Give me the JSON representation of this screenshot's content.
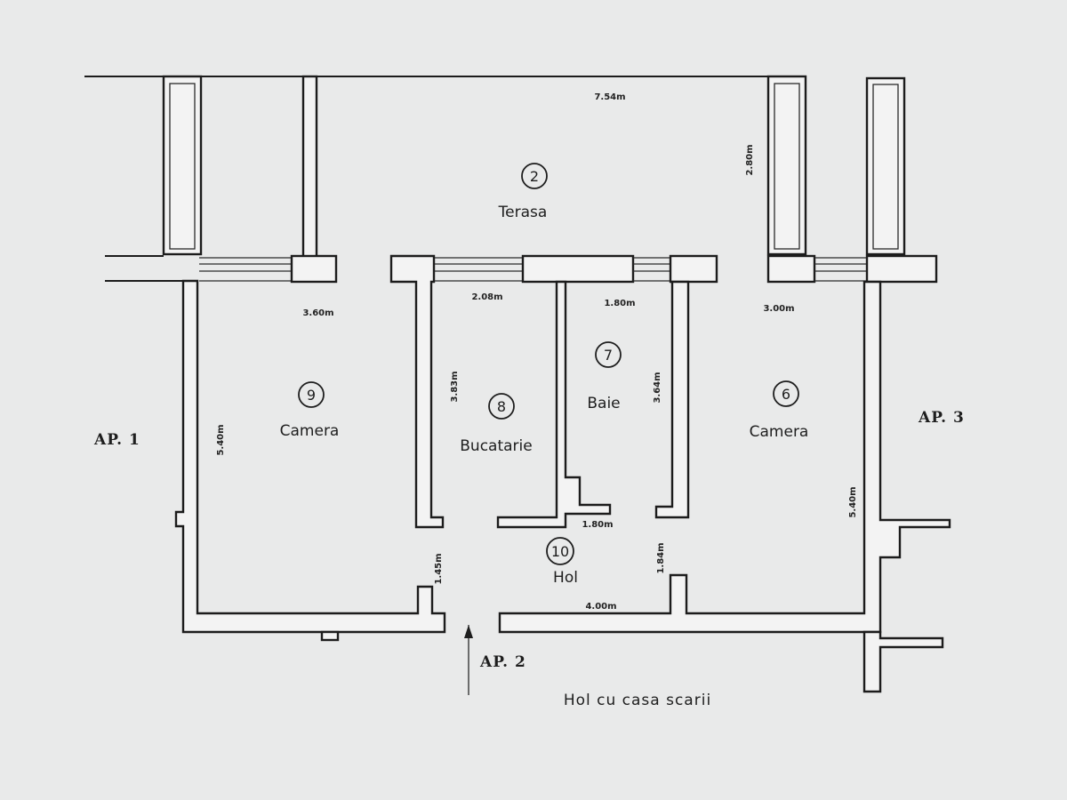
{
  "rooms": [
    {
      "id": "terasa",
      "number": "2",
      "name": "Terasa"
    },
    {
      "id": "camera-9",
      "number": "9",
      "name": "Camera"
    },
    {
      "id": "bucatarie",
      "number": "8",
      "name": "Bucatarie"
    },
    {
      "id": "baie",
      "number": "7",
      "name": "Baie"
    },
    {
      "id": "camera-6",
      "number": "6",
      "name": "Camera"
    },
    {
      "id": "hol",
      "number": "10",
      "name": "Hol"
    }
  ],
  "dimensions": {
    "terrace_width": "7.54m",
    "terrace_depth": "2.80m",
    "camera9_width": "3.60m",
    "camera9_depth": "5.40m",
    "kitchen_width": "2.08m",
    "kitchen_depth": "3.83m",
    "bath_width": "1.80m",
    "bath_depth": "3.64m",
    "camera6_width": "3.00m",
    "camera6_depth": "5.40m",
    "hall_width_top": "1.80m",
    "hall_left_depth": "1.45m",
    "hall_right_depth": "1.84m",
    "hall_bottom_width": "4.00m"
  },
  "apartments": {
    "left": "AP. 1",
    "center": "AP. 2",
    "right": "AP. 3"
  },
  "caption": "Hol cu casa scarii"
}
